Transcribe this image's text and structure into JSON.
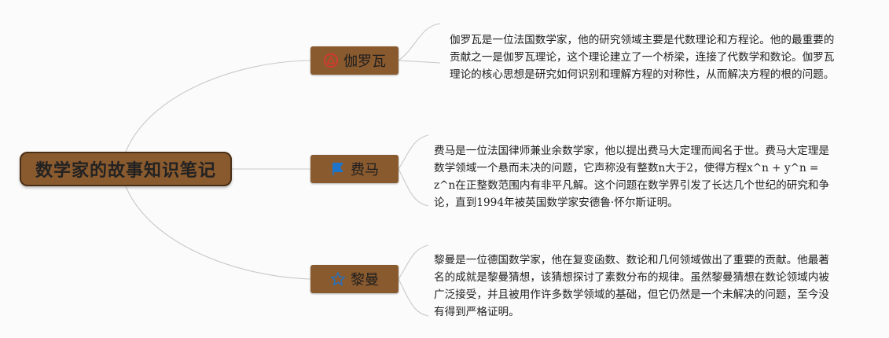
{
  "root": {
    "title": "数学家的故事知识笔记"
  },
  "branches": [
    {
      "label": "伽罗瓦",
      "icon": "alert-triangle-icon",
      "note": "伽罗瓦是一位法国数学家，他的研究领域主要是代数理论和方程论。他的最重要的贡献之一是伽罗瓦理论，这个理论建立了一个桥梁，连接了代数学和数论。伽罗瓦理论的核心思想是研究如何识别和理解方程的对称性，从而解决方程的根的问题。"
    },
    {
      "label": "费马",
      "icon": "blue-flag-icon",
      "note": "费马是一位法国律师兼业余数学家，他以提出费马大定理而闻名于世。费马大定理是数学领域一个悬而未决的问题，它声称没有整数n大于2，使得方程x^n + y^n = z^n在正整数范围内有非平凡解。这个问题在数学界引发了长达几个世纪的研究和争论，直到1994年被英国数学家安德鲁·怀尔斯证明。"
    },
    {
      "label": "黎曼",
      "icon": "star-outline-icon",
      "note": "黎曼是一位德国数学家，他在复变函数、数论和几何领域做出了重要的贡献。他最著名的成就是黎曼猜想，该猜想探讨了素数分布的规律。虽然黎曼猜想在数论领域内被广泛接受，并且被用作许多数学领域的基础，但它仍然是一个未解决的问题，至今没有得到严格证明。"
    }
  ],
  "colors": {
    "node_fill": "#8a5a2f",
    "root_border": "#4a2f17",
    "connector": "#c9c9c9",
    "alert_icon": "#d43a2f",
    "flag_icon": "#1d74c9",
    "star_icon": "#2a6fb5"
  }
}
